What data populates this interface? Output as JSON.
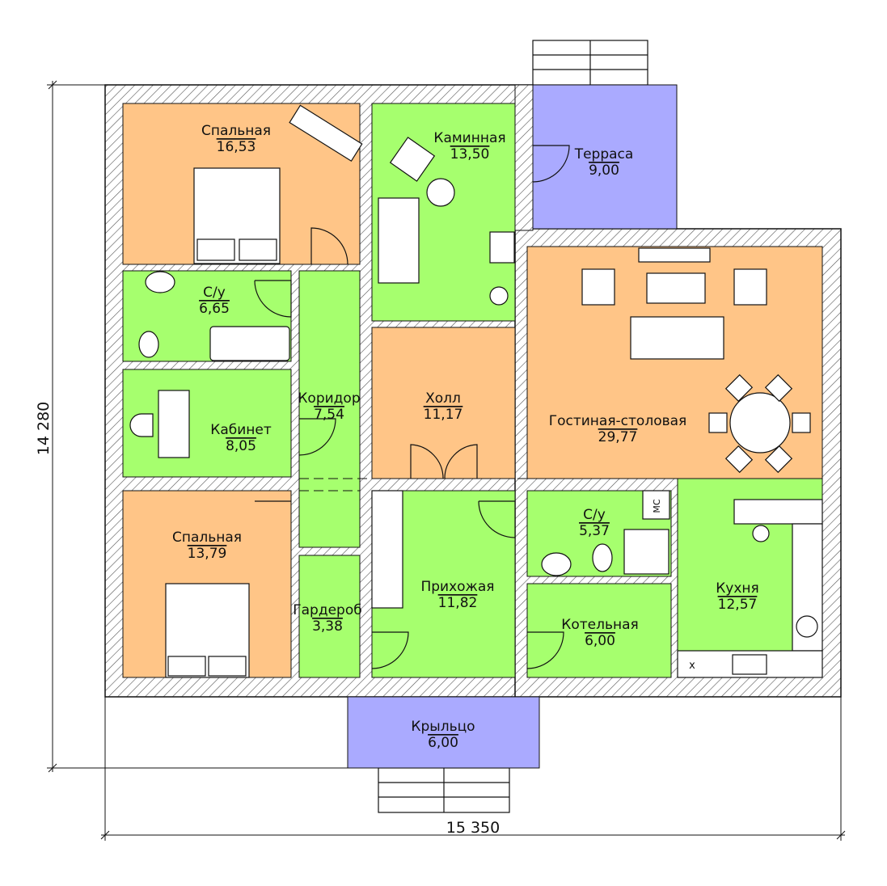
{
  "colors": {
    "living": "#FFC587",
    "wet": "#A6FF6E",
    "outdoor": "#AAAAFF",
    "wall": "#FFFFFF",
    "line": "#111111"
  },
  "rooms": [
    {
      "name": "Спальная",
      "area": "16,53",
      "type": "living"
    },
    {
      "name": "Каминная",
      "area": "13,50",
      "type": "wet"
    },
    {
      "name": "Терраса",
      "area": "9,00",
      "type": "outdoor"
    },
    {
      "name": "С/у",
      "area": "6,65",
      "type": "wet"
    },
    {
      "name": "Кабинет",
      "area": "8,05",
      "type": "wet"
    },
    {
      "name": "Коридор",
      "area": "7,54",
      "type": "wet"
    },
    {
      "name": "Холл",
      "area": "11,17",
      "type": "living"
    },
    {
      "name": "Гостиная-столовая",
      "area": "29,77",
      "type": "living"
    },
    {
      "name": "Спальная",
      "area": "13,79",
      "type": "living"
    },
    {
      "name": "Гардероб",
      "area": "3,38",
      "type": "wet"
    },
    {
      "name": "Прихожая",
      "area": "11,82",
      "type": "wet"
    },
    {
      "name": "С/у",
      "area": "5,37",
      "type": "wet"
    },
    {
      "name": "Котельная",
      "area": "6,00",
      "type": "wet"
    },
    {
      "name": "Кухня",
      "area": "12,57",
      "type": "wet"
    },
    {
      "name": "Крыльцо",
      "area": "6,00",
      "type": "outdoor"
    }
  ],
  "marks": {
    "boiler_label": "МС",
    "kitchen_mark": "х"
  },
  "dimensions": {
    "height": "14 280",
    "width": "15 350"
  }
}
